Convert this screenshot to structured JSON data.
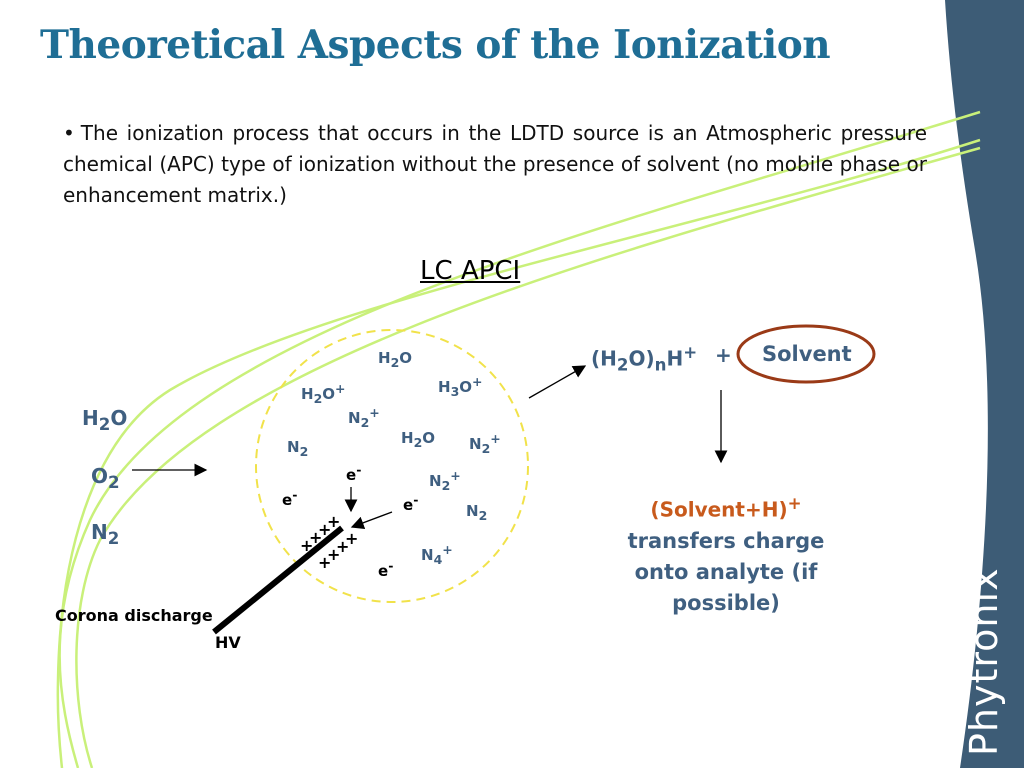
{
  "slide": {
    "title": "Theoretical Aspects of the Ionization",
    "bullet_text": "The ionization process that occurs in the LDTD source is an Atmospheric pressure chemical (APC) type of ionization without the presence of solvent (no mobile phase or enhancement matrix.)",
    "heading": "LC APCI"
  },
  "diagram": {
    "inputs": [
      "H2O",
      "O2",
      "N2"
    ],
    "cloud_ions": [
      "H2O",
      "H3O+",
      "H2O+",
      "N2+",
      "H2O",
      "N2+",
      "N2",
      "N2+",
      "N2",
      "N4+"
    ],
    "electron_label": "e-",
    "corona_label": "Corona discharge",
    "hv_label": "HV",
    "reagent": "(H2O)nH+",
    "plus": "+",
    "solvent": "Solvent",
    "product": "(Solvent+H)+",
    "result_text": "transfers charge onto analyte (if possible)"
  },
  "brand": {
    "logo_text": "Phytronix",
    "sidebar_color": "#3d5c76",
    "curve_color": "#c9f07a",
    "title_color": "#1f6e95",
    "text_color": "#3f5f80",
    "accent_color": "#c85a1c"
  }
}
